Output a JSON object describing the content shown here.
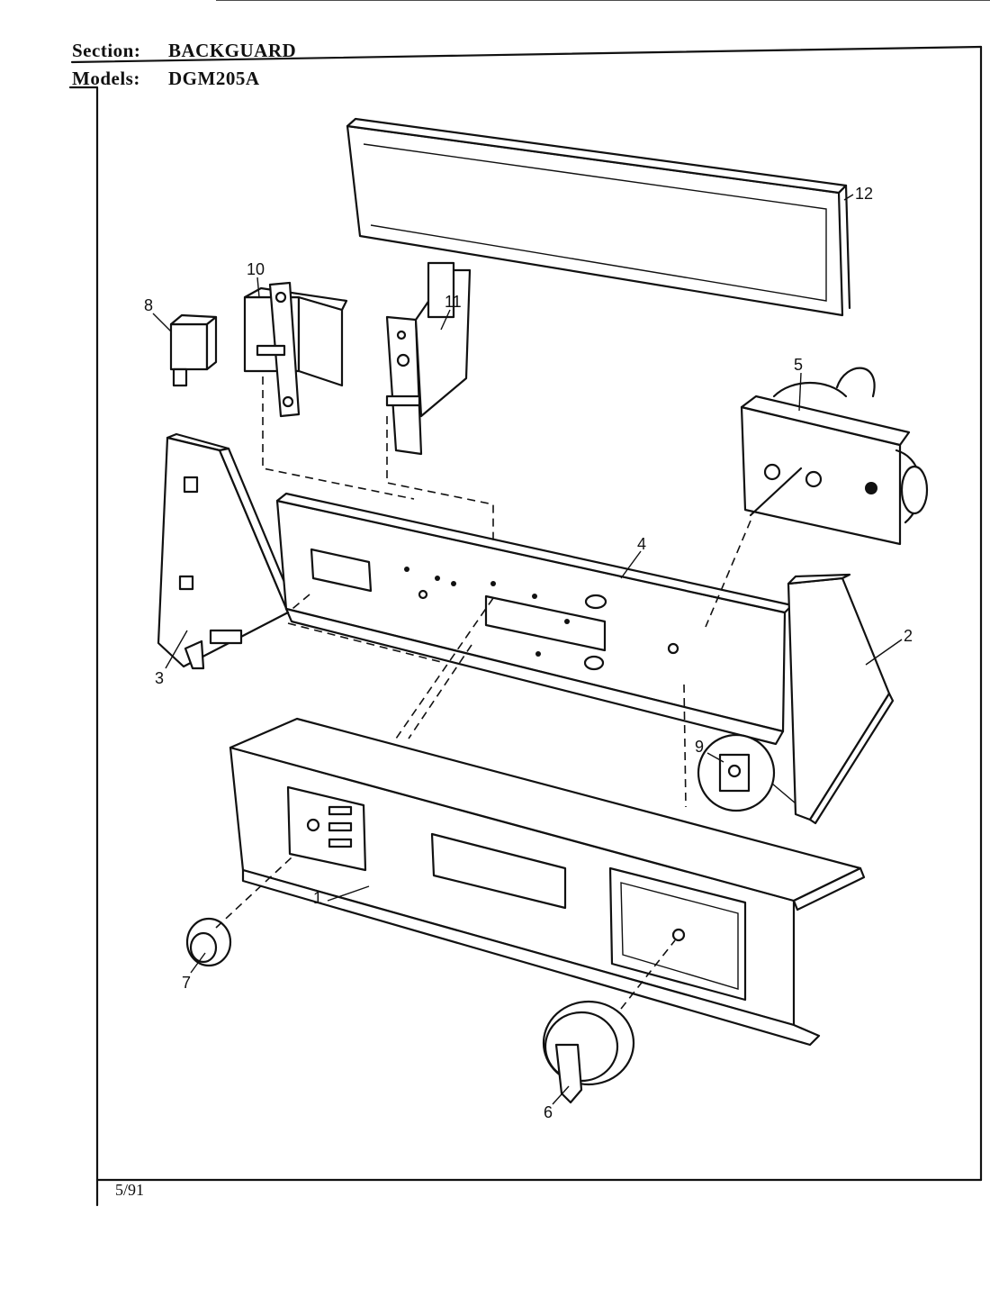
{
  "header": {
    "section_label": "Section:",
    "section_value": "BACKGUARD",
    "models_label": "Models:",
    "models_value": "DGM205A"
  },
  "footer": {
    "date": "5/91"
  },
  "callouts": [
    "1",
    "2",
    "3",
    "4",
    "5",
    "6",
    "7",
    "8",
    "9",
    "10",
    "11",
    "12"
  ]
}
